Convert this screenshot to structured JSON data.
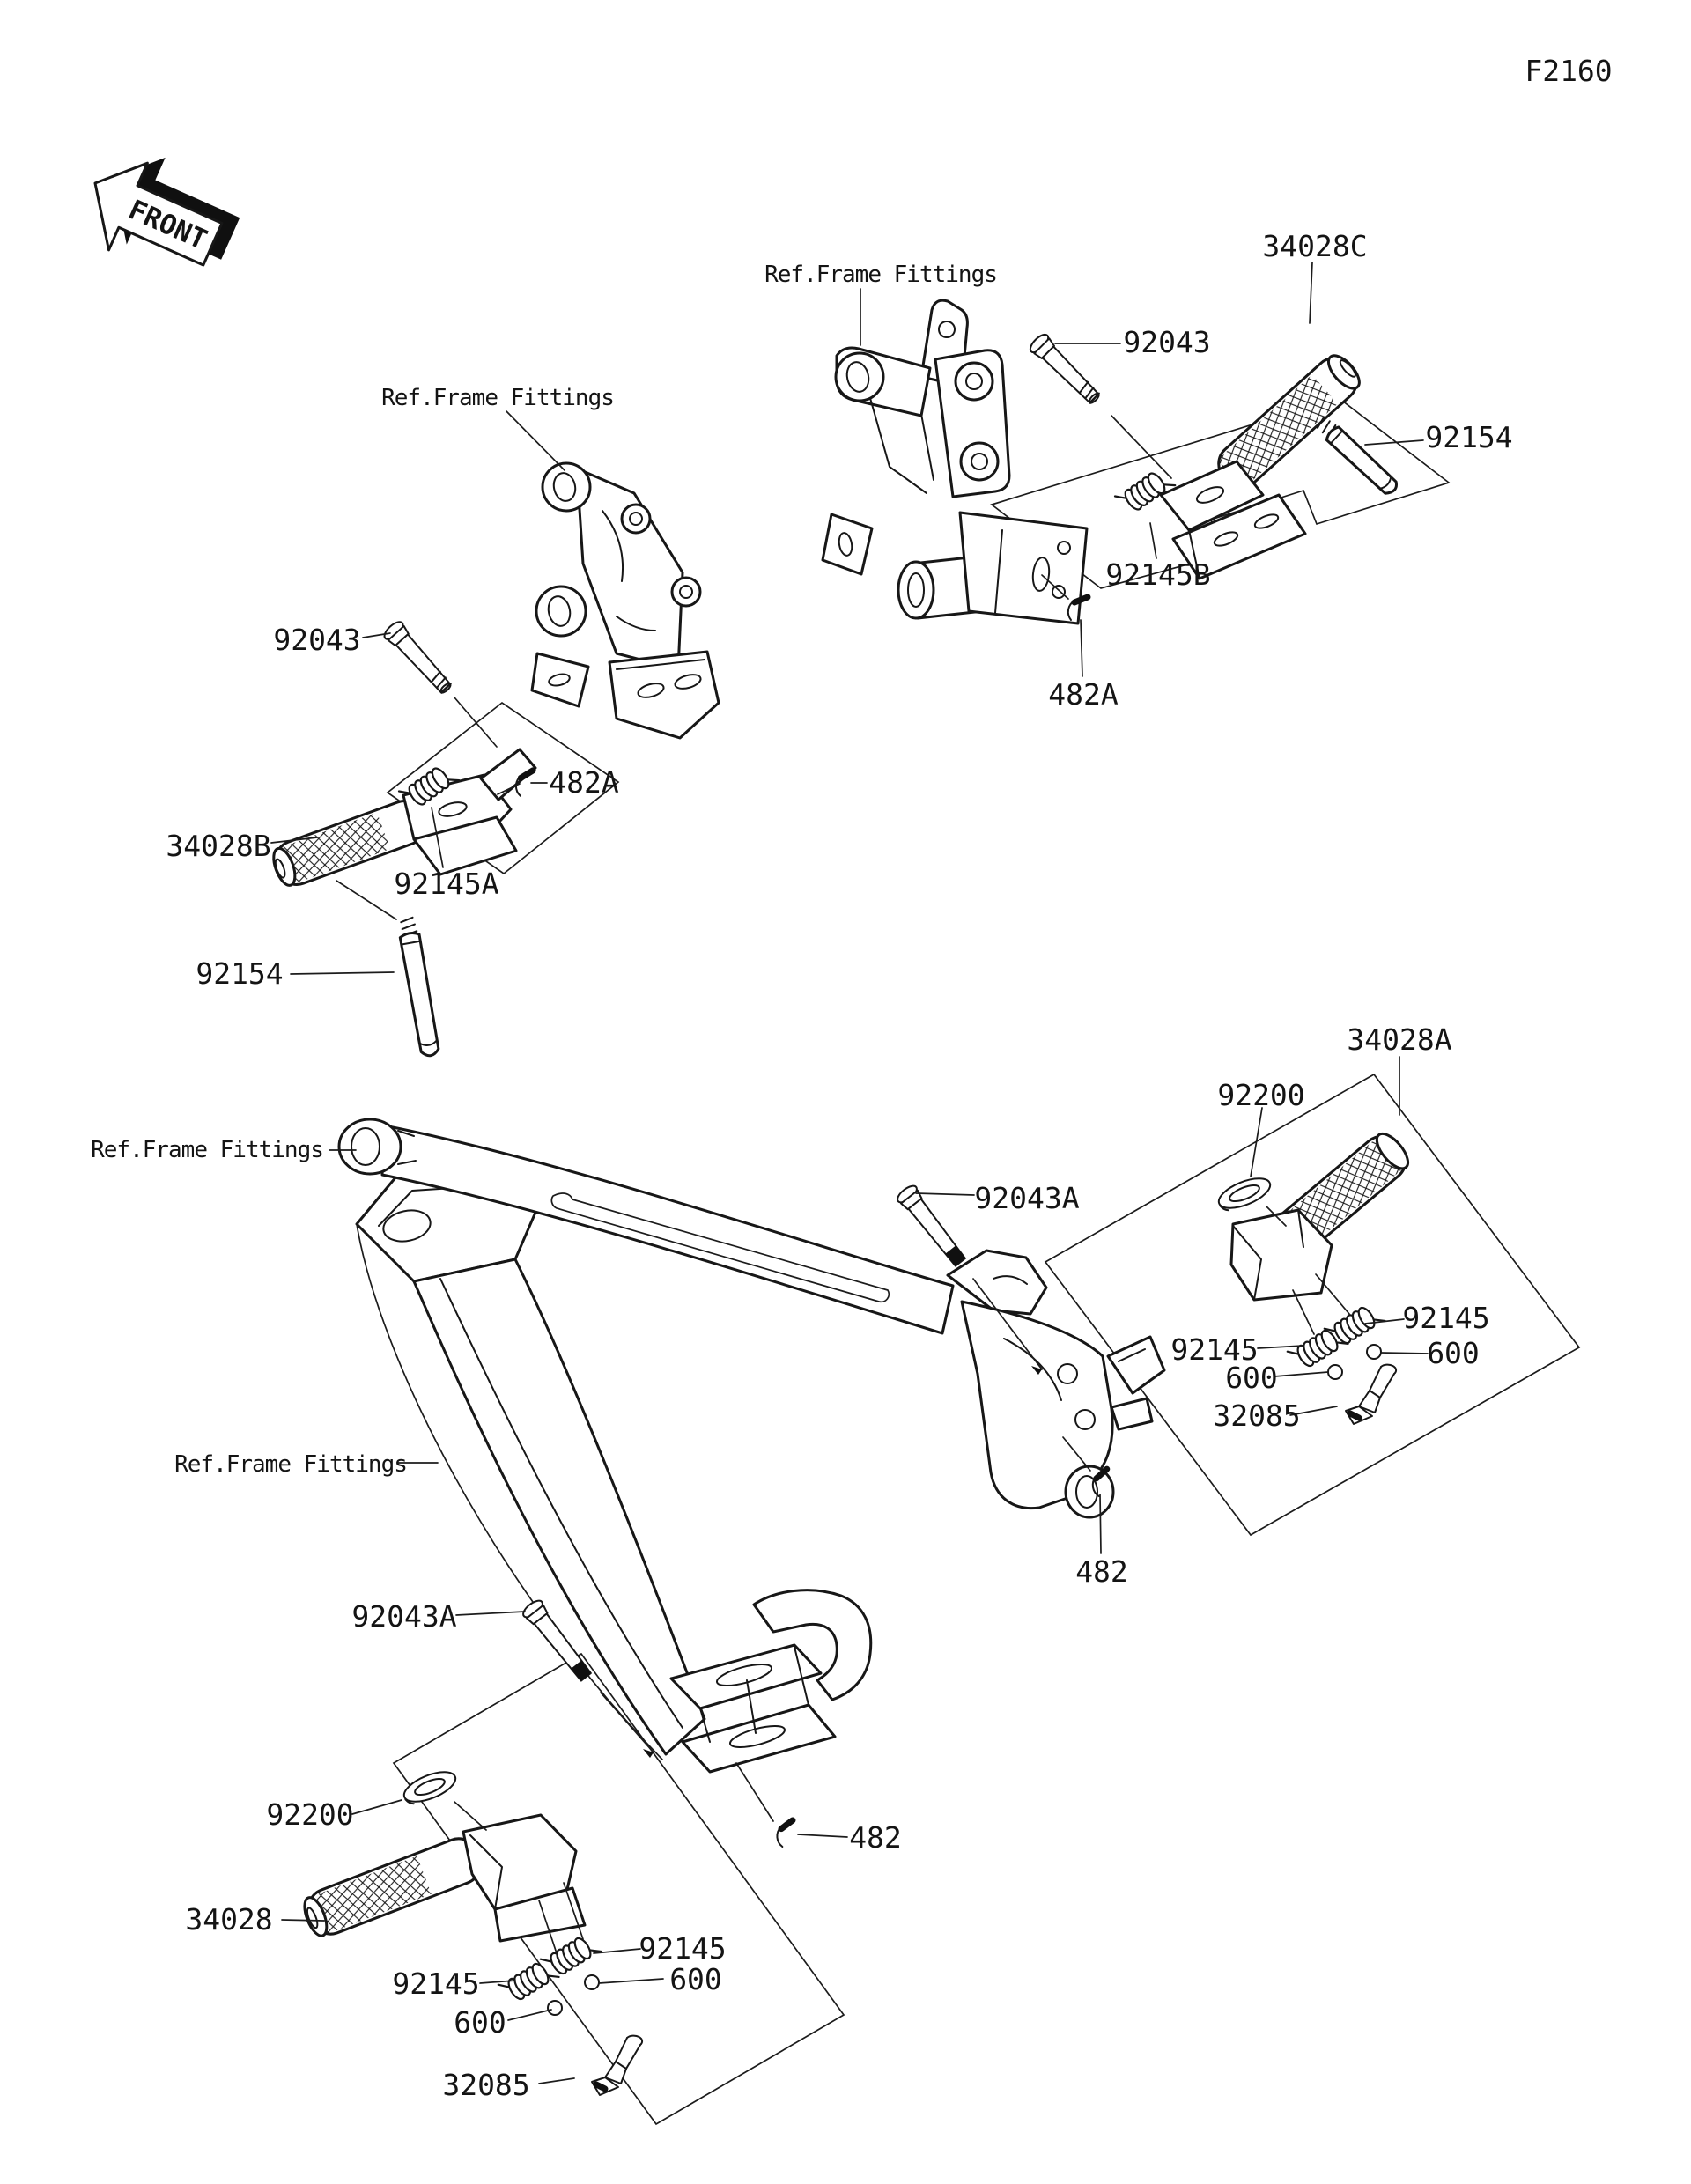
{
  "page": {
    "code": "F2160"
  },
  "front_marker": {
    "label": "FRONT"
  },
  "callouts": {
    "ref_frame_fittings_top": "Ref.Frame Fittings",
    "ref_frame_fittings_upper_left": "Ref.Frame Fittings",
    "ref_frame_fittings_middle": "Ref.Frame Fittings",
    "ref_frame_fittings_lower": "Ref.Frame Fittings",
    "part_34028C": "34028C",
    "part_92043_top": "92043",
    "part_92154_right": "92154",
    "part_92145B": "92145B",
    "part_482A_right": "482A",
    "part_92043_left": "92043",
    "part_482A_left": "482A",
    "part_34028B": "34028B",
    "part_92145A": "92145A",
    "part_92154_left": "92154",
    "part_34028A": "34028A",
    "part_92200_right": "92200",
    "part_92043A_middle": "92043A",
    "part_92145_right_outer": "92145",
    "part_92145_right_inner": "92145",
    "part_600_right_inner": "600",
    "part_600_right_outer": "600",
    "part_32085_right": "32085",
    "part_482_middle": "482",
    "part_92043A_lower": "92043A",
    "part_92200_lower": "92200",
    "part_34028_lower": "34028",
    "part_92145_lower_left": "92145",
    "part_92145_lower_right": "92145",
    "part_600_lower_left": "600",
    "part_600_lower_right": "600",
    "part_482_lower": "482",
    "part_32085_lower": "32085"
  }
}
